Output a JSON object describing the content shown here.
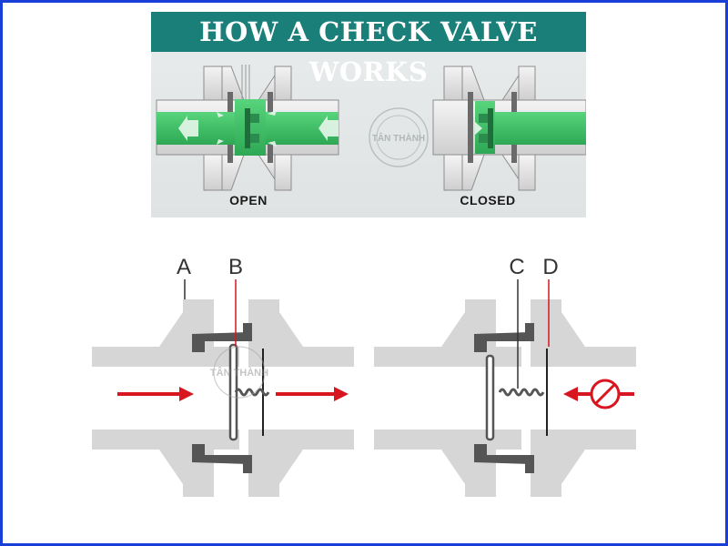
{
  "banner": {
    "title": "HOW A CHECK VALVE WORKS"
  },
  "photo": {
    "open_caption": "OPEN",
    "closed_caption": "CLOSED",
    "watermark_text": "TÂN THÀNH"
  },
  "diagram": {
    "labels": {
      "a": "A",
      "b": "B",
      "c": "C",
      "d": "D"
    },
    "watermark_text": "TÂN THÀNH"
  },
  "colors": {
    "border": "#1a3fd8",
    "banner": "#1a7f78",
    "flow_green": "#3fbf63",
    "arrow_red": "#d8161f",
    "body_gray": "#d6d6d6",
    "dark_gray": "#555555"
  }
}
